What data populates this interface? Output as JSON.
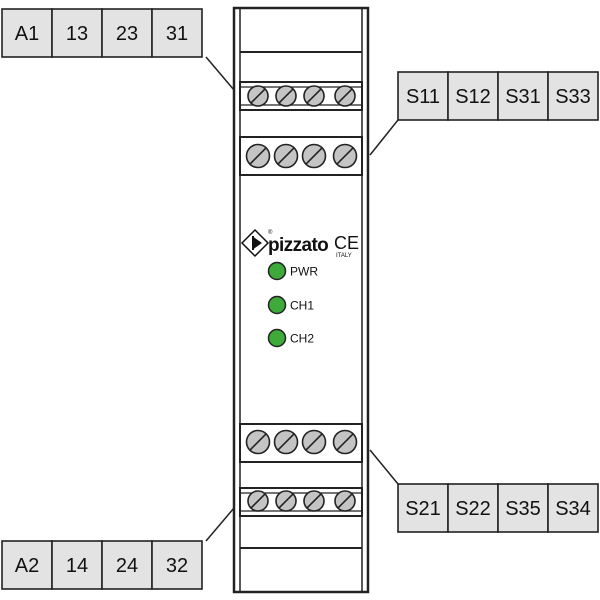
{
  "terminal_groups": {
    "top_left": [
      "A1",
      "13",
      "23",
      "31"
    ],
    "top_right": [
      "S11",
      "S12",
      "S31",
      "S33"
    ],
    "bottom_right": [
      "S21",
      "S22",
      "S35",
      "S34"
    ],
    "bottom_left": [
      "A2",
      "14",
      "24",
      "32"
    ]
  },
  "brand": {
    "name": "pizzato",
    "mark": "CE",
    "country": "ITALY"
  },
  "leds": [
    "PWR",
    "CH1",
    "CH2"
  ],
  "colors": {
    "led": "#3eaa3a",
    "screw": "#c4c4c4",
    "label_box": "#e3e3e3",
    "outline": "#222222"
  }
}
